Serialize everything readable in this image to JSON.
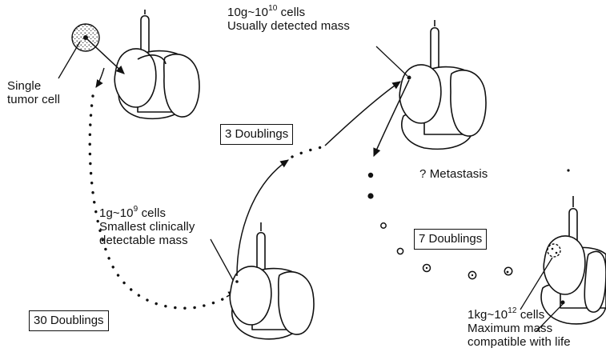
{
  "labels": {
    "single_cell": [
      "Single",
      "tumor cell"
    ],
    "stage_10g": {
      "mass": "10g~10",
      "exp": "10",
      "unit": " cells",
      "desc": "Usually detected mass"
    },
    "stage_1g": {
      "mass": "1g~10",
      "exp": "9",
      "unit": " cells",
      "desc": [
        "Smallest clinically",
        "detectable mass"
      ]
    },
    "stage_1kg": {
      "mass": "1kg~10",
      "exp": "12",
      "unit": " cells",
      "desc": [
        "Maximum mass",
        "compatible with life"
      ]
    },
    "metastasis": "? Metastasis"
  },
  "boxes": {
    "doublings_30": "30 Doublings",
    "doublings_3": "3 Doublings",
    "doublings_7": "7 Doublings"
  },
  "colors": {
    "ink": "#111111",
    "paper": "#ffffff"
  }
}
